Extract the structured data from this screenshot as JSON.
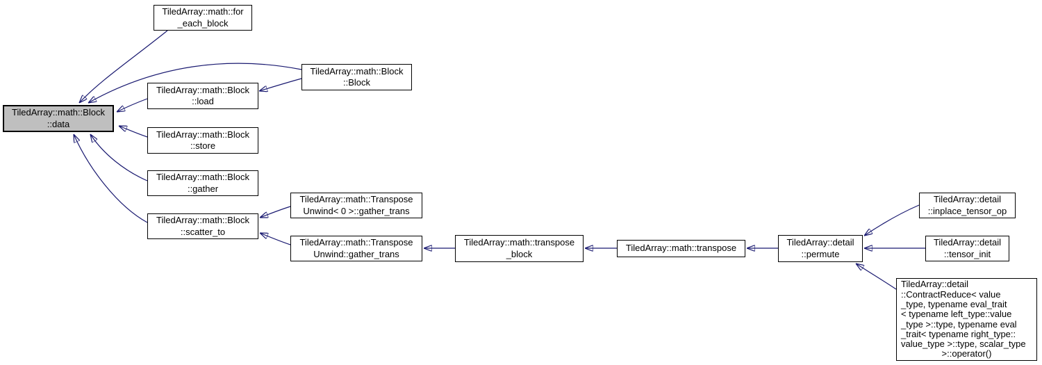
{
  "diagram": {
    "type": "doxygen-caller-graph",
    "focused_node": "block_data",
    "nodes": {
      "for_each_block": {
        "label": "TiledArray::math::for\n_each_block"
      },
      "block_data": {
        "label": "TiledArray::math::Block\n::data",
        "focused": true
      },
      "block_load": {
        "label": "TiledArray::math::Block\n::load"
      },
      "block_block": {
        "label": "TiledArray::math::Block\n::Block"
      },
      "block_store": {
        "label": "TiledArray::math::Block\n::store"
      },
      "block_gather": {
        "label": "TiledArray::math::Block\n::gather"
      },
      "block_scatter_to": {
        "label": "TiledArray::math::Block\n::scatter_to"
      },
      "transpose_unwind0_gather_trans": {
        "label": "TiledArray::math::Transpose\nUnwind< 0 >::gather_trans"
      },
      "transpose_unwind_gather_trans": {
        "label": "TiledArray::math::Transpose\nUnwind::gather_trans"
      },
      "transpose_block": {
        "label": "TiledArray::math::transpose\n_block"
      },
      "transpose": {
        "label": "TiledArray::math::transpose"
      },
      "permute": {
        "label": "TiledArray::detail\n::permute"
      },
      "inplace_tensor_op": {
        "label": "TiledArray::detail\n::inplace_tensor_op"
      },
      "tensor_init": {
        "label": "TiledArray::detail\n::tensor_init"
      },
      "contract_reduce_operator": {
        "label": "TiledArray::detail\n::ContractReduce< value\n_type, typename eval_trait\n< typename left_type::value\n_type >::type, typename eval\n_trait< typename right_type::\nvalue_type >::type, scalar_type",
        "label_last": ">::operator()"
      }
    },
    "edges": [
      {
        "from": "for_each_block",
        "to": "block_data"
      },
      {
        "from": "block_block",
        "to": "block_data"
      },
      {
        "from": "block_block",
        "to": "block_load"
      },
      {
        "from": "block_load",
        "to": "block_data"
      },
      {
        "from": "block_store",
        "to": "block_data"
      },
      {
        "from": "block_gather",
        "to": "block_data"
      },
      {
        "from": "block_scatter_to",
        "to": "block_data"
      },
      {
        "from": "transpose_unwind0_gather_trans",
        "to": "block_scatter_to"
      },
      {
        "from": "transpose_unwind_gather_trans",
        "to": "block_scatter_to"
      },
      {
        "from": "transpose_block",
        "to": "transpose_unwind_gather_trans"
      },
      {
        "from": "transpose",
        "to": "transpose_block"
      },
      {
        "from": "permute",
        "to": "transpose"
      },
      {
        "from": "inplace_tensor_op",
        "to": "permute"
      },
      {
        "from": "tensor_init",
        "to": "permute"
      },
      {
        "from": "contract_reduce_operator",
        "to": "permute"
      }
    ],
    "colors": {
      "edge": "#191970",
      "node_border": "#000000",
      "node_fill": "#ffffff",
      "focus_fill": "#bfbfbf",
      "text": "#000000",
      "background": "#ffffff"
    }
  }
}
